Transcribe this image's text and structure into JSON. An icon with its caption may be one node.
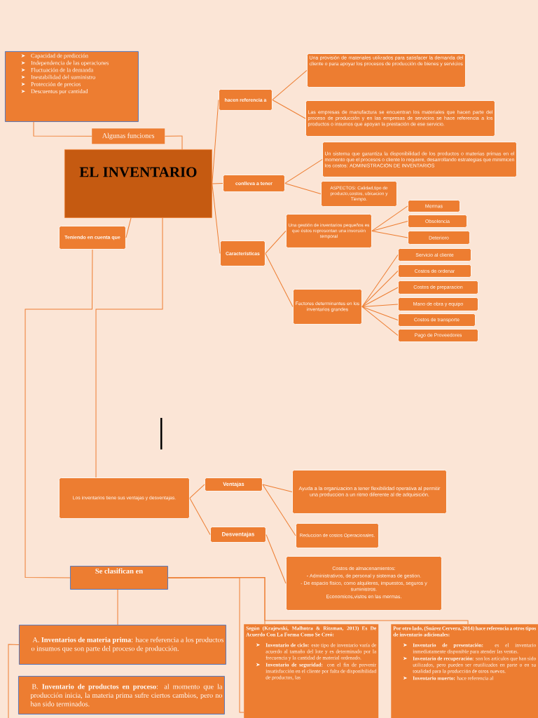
{
  "diagram": {
    "nodes": [
      {
        "text": [
          "Capacidad de predicción",
          "Independencia de las operaciones",
          "Fluctuación de la demanda",
          "Inestabilidad del suministro",
          "Protección de precios",
          "Descuentos por cantidad"
        ]
      },
      {
        "text": [
          "Algunas funciones"
        ]
      },
      {
        "text": [
          "EL INVENTARIO"
        ]
      },
      {
        "text": [
          "Teniendo en cuenta que"
        ]
      },
      {
        "text": [
          "hacen referencia a"
        ]
      },
      {
        "text": [
          "Una provisión de materiales utilizados para satisfacer la demanda del cliente o para apoyar los procesos de producción de bienes y servicios"
        ]
      },
      {
        "text": [
          "Las empresas de manufactura se encuentran los materiales que hacen parte del proceso de producción y en las empresas de servicios se hace referencia a los productos o insumos que apoyan la prestación de ese servicio."
        ]
      },
      {
        "text": [
          "conlleva a tener"
        ]
      },
      {
        "text": [
          "Un sistema que garantiza la disponibilidad de los productos o materias primas en el momento que el procesos o cliente lo requiere, desarrollando estrategias que minimicen los costos: ADMINISTRACION DE INVENTARIOS"
        ]
      },
      {
        "text": [
          "ASPECTOS: Calidad,tipo de producto,costos, ubicacion y Tiempo."
        ]
      },
      {
        "text": [
          "Características"
        ]
      },
      {
        "text": [
          "Una gestión de inventarios pequeños es que éstos representan una inversión temporal"
        ]
      },
      {
        "text": [
          "Mermas"
        ]
      },
      {
        "text": [
          "Obsolencia"
        ]
      },
      {
        "text": [
          "Deterioro"
        ]
      },
      {
        "text": [
          "Factores determinantes en los inventarios grandes"
        ]
      },
      {
        "text": [
          "Servicio al cliente"
        ]
      },
      {
        "text": [
          "Costos de ordenar"
        ]
      },
      {
        "text": [
          "Costos de preparacion"
        ]
      },
      {
        "text": [
          "Mano de obra y equipo"
        ]
      },
      {
        "text": [
          "Costos de transporte"
        ]
      },
      {
        "text": [
          "Pago de Proveedores"
        ]
      },
      {
        "text": [
          "Los inventarios tiene sus ventajas y desventajas."
        ]
      },
      {
        "text": [
          "Ventajas"
        ]
      },
      {
        "text": [
          "Desventajas"
        ]
      },
      {
        "text": [
          "Ayuda a la organizacion a tener flexibilidad operativa al permitir una produccion a un ritmo diferente al de adquisición."
        ]
      },
      {
        "text": [
          "Reduccion de costos Operacionales."
        ]
      },
      {
        "text": [
          "Costos de almacenamientos:",
          "- Administrativos, de personal y sistemas de gestion.",
          "- De espacio físico, como alquileres, impuestos, seguros y suministros.",
          "Economicos,vistos en las mermas."
        ]
      },
      {
        "text": [
          "Se clasifican en"
        ]
      },
      {
        "text": [
          "A. **Inventarios de materia prima**: hace referencia a los productos o insumos que son parte del proceso de producción."
        ]
      },
      {
        "text": [
          "B. **Inventario de productos en proceso**: al momento que la producción inicia, la materia prima sufre ciertos cambios, pero no han sido terminados."
        ]
      },
      {
        "text": [
          "Según (Krajewski, Malhotra & Ritzman, 2013) Es De Acuerdo Con La Forma Como Se Creó:",
          "**Inventario de ciclo:** este tipo de inventario varía de acuerdo al tamaño del lote y es determinado por la frecuencia y la cantidad de material ordenado.",
          "**Inventario de seguridad:** con el fin de prevenir insatisfacción en el cliente por falta de disponibilidad de productos, las"
        ]
      },
      {
        "text": [
          "Por otro lado, (Suárez Cervera, 2014) hace referencia a otros tipos de inventario adicionales:",
          "**Inventario de presentación:** es el inventario inmediatamente disponible para atender las ventas.",
          "**Inventario de recuperación**: son los artículos que han sido utilizados, pero pueden ser reutilizados en parte o en su totalidad para la producción de otros nuevos.",
          "**Inventario muerto:** hace referencia al"
        ]
      }
    ],
    "edges": [
      {
        "from": 2,
        "to": 1,
        "arrow": "none"
      },
      {
        "from": 1,
        "to": 0,
        "arrow": "none"
      },
      {
        "from": 2,
        "to": 4,
        "arrow": "none"
      },
      {
        "from": 4,
        "to": 5,
        "arrow": "none"
      },
      {
        "from": 4,
        "to": 6,
        "arrow": "none"
      },
      {
        "from": 2,
        "to": 7,
        "arrow": "none"
      },
      {
        "from": 7,
        "to": 8,
        "arrow": "none"
      },
      {
        "from": 7,
        "to": 9,
        "arrow": "none"
      },
      {
        "from": 2,
        "to": 10,
        "arrow": "none"
      },
      {
        "from": 10,
        "to": 11,
        "arrow": "none"
      },
      {
        "from": 10,
        "to": 15,
        "arrow": "none"
      },
      {
        "from": 11,
        "to": 12,
        "arrow": "none"
      },
      {
        "from": 11,
        "to": 13,
        "arrow": "none"
      },
      {
        "from": 11,
        "to": 14,
        "arrow": "none"
      },
      {
        "from": 15,
        "to": 16,
        "arrow": "none"
      },
      {
        "from": 15,
        "to": 17,
        "arrow": "none"
      },
      {
        "from": 15,
        "to": 18,
        "arrow": "none"
      },
      {
        "from": 15,
        "to": 19,
        "arrow": "none"
      },
      {
        "from": 15,
        "to": 20,
        "arrow": "none"
      },
      {
        "from": 15,
        "to": 21,
        "arrow": "none"
      },
      {
        "from": 2,
        "to": 3,
        "arrow": "none"
      },
      {
        "from": 3,
        "to": 28,
        "arrow": "none"
      },
      {
        "from": 2,
        "to": 22,
        "arrow": "none"
      },
      {
        "from": 22,
        "to": 23,
        "arrow": "none"
      },
      {
        "from": 22,
        "to": 24,
        "arrow": "none"
      },
      {
        "from": 23,
        "to": 25,
        "arrow": "none"
      },
      {
        "from": 23,
        "to": 26,
        "arrow": "none"
      },
      {
        "from": 24,
        "to": 27,
        "arrow": "none"
      },
      {
        "from": 28,
        "to": 29,
        "arrow": "none"
      },
      {
        "from": 28,
        "to": 31,
        "arrow": "none"
      },
      {
        "from": 28,
        "to": 32,
        "arrow": "none"
      },
      {
        "from": 28,
        "to": 31,
        "arrow": "none"
      },
      {
        "from": 29,
        "to": null,
        "arrow": "none"
      }
    ]
  }
}
